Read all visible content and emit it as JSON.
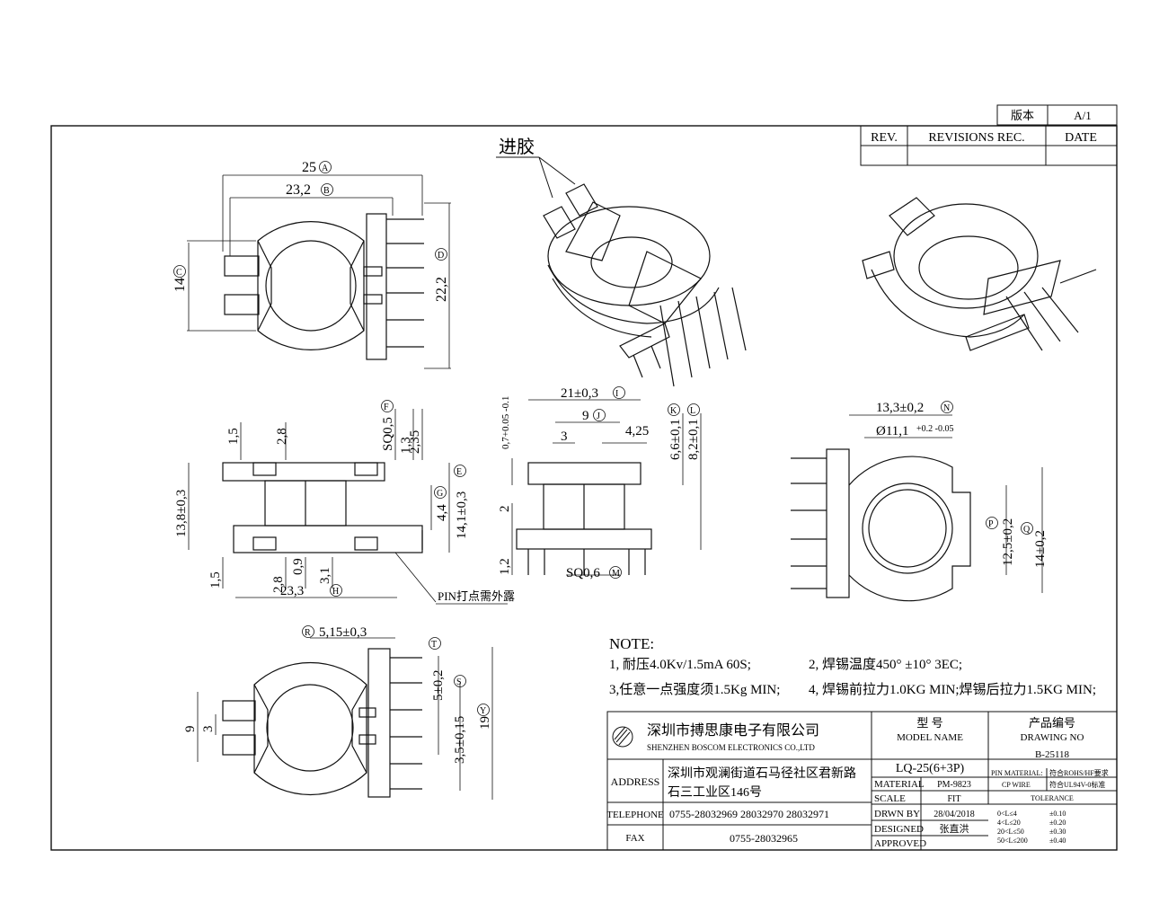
{
  "revision_block": {
    "edition_label": "版本",
    "edition_value": "A/1",
    "rev_label": "REV.",
    "revisions_label": "REVISIONS REC.",
    "date_label": "DATE"
  },
  "callouts": {
    "inject_gate": "进胶",
    "pin_note": "PIN打点需外露"
  },
  "dimensions": {
    "A": "25",
    "B": "23,2",
    "C": "14",
    "D": "22,2",
    "E": "13,8±0,3",
    "E_circle": "E",
    "F": "SQ0,5",
    "G": "4,4",
    "H": "23,3",
    "I": "21±0,3",
    "J": "9",
    "K": "6,6±0,1",
    "L": "8,2±0,1",
    "M": "SQ0,6",
    "N": "13,3±0,2",
    "O": "Ø11,1",
    "O_tol": "+0.2 -0.05",
    "P": "12,5±0,2",
    "Q": "14±0,2",
    "R": "5,15±0,3",
    "S": "5±0,2",
    "T": "T",
    "U": "3,5±0,15",
    "Y": "19",
    "side_1_5_top": "1,5",
    "side_2_8_top": "2,8",
    "side_1_3": "1,3",
    "side_2_35": "2,35",
    "side_14_1": "14,1±0,3",
    "side_1_5_bot": "1,5",
    "side_2_8_bot": "2,8",
    "side_0_9": "0,9",
    "side_3_1": "3,1",
    "front_tol": "0,7+0.05 -0.1",
    "front_3": "3",
    "front_4_25": "4,25",
    "front_2": "2",
    "front_1_2": "1,2",
    "bottom_9": "9",
    "bottom_3": "3"
  },
  "notes": {
    "title": "NOTE:",
    "n1": "1, 耐压4.0Kv/1.5mA 60S;",
    "n2": "2, 焊锡温度450° ±10° 3EC;",
    "n3": "3,任意一点强度须1.5Kg MIN;",
    "n4": "4, 焊锡前拉力1.0KG MIN;焊锡后拉力1.5KG MIN;"
  },
  "title_block": {
    "company_cn": "深圳市搏思康电子有限公司",
    "company_en": "SHENZHEN BOSCOM ELECTRONICS CO.,LTD",
    "model_label_cn": "型 号",
    "model_label_en": "MODEL NAME",
    "model_value": "LQ-25(6+3P)",
    "drawing_label_cn": "产品编号",
    "drawing_label_en": "DRAWING NO",
    "drawing_value": "B-25118",
    "address_label": "ADDRESS",
    "address_line1": "深圳市观澜街道石马径社区君新路",
    "address_line2": "石三工业区146号",
    "telephone_label": "TELEPHONE",
    "telephone_value": "0755-28032969 28032970 28032971",
    "fax_label": "FAX",
    "fax_value": "0755-28032965",
    "material_label": "MATERIAL",
    "material_value": "PM-9823",
    "scale_label": "SCALE",
    "scale_value": "FIT",
    "drawn_label": "DRWN BY",
    "drawn_value": "28/04/2018",
    "designed_label": "DESIGNED",
    "designed_value": "张直洪",
    "approved_label": "APPROVED",
    "pin_material_label": "PIN MATERIAL:",
    "pin_material_value": "符合ROHS/HF要求",
    "cp_wire_label": "CP WIRE",
    "cp_wire_value": "符合UL94V-0标准",
    "tolerance_label": "TOLERANCE",
    "tolerance_rows": [
      {
        "range": "0<L≤4",
        "value": "±0.10"
      },
      {
        "range": "4<L≤20",
        "value": "±0.20"
      },
      {
        "range": "20<L≤50",
        "value": "±0.30"
      },
      {
        "range": "50<L≤200",
        "value": "±0.40"
      }
    ]
  }
}
